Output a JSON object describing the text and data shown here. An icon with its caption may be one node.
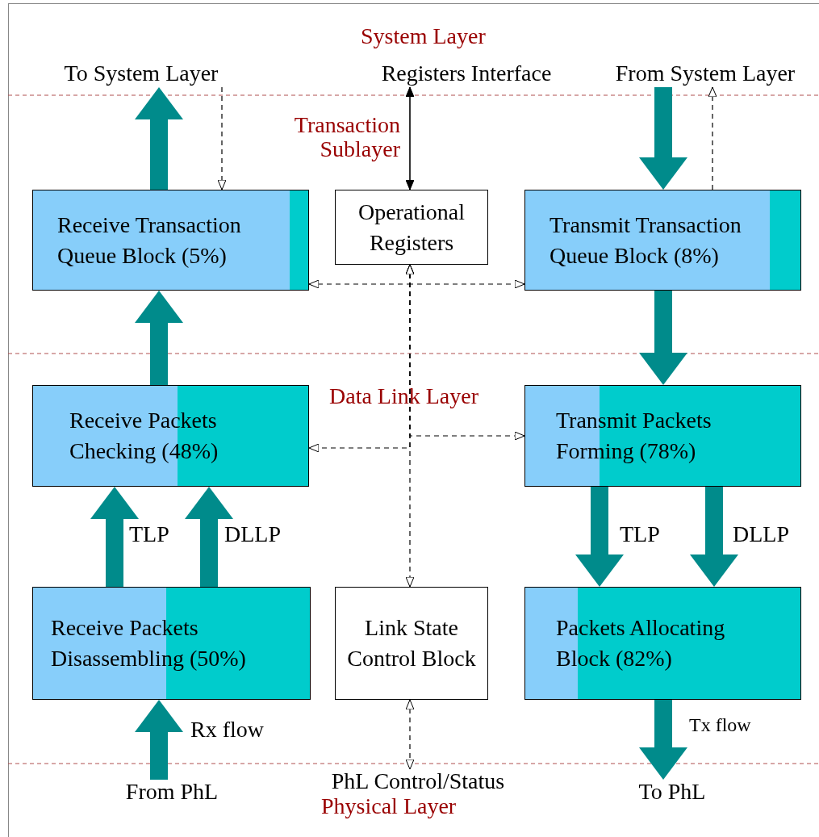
{
  "diagram": {
    "nodes": [
      {
        "text": [
          "To System Layer"
        ]
      },
      {
        "text": [
          "Registers Interface"
        ]
      },
      {
        "text": [
          "From System Layer"
        ]
      },
      {
        "text": [
          "Receive Transaction Queue Block (5%)"
        ]
      },
      {
        "text": [
          "Operational Registers"
        ]
      },
      {
        "text": [
          "Transmit Transaction Queue Block (8%)"
        ]
      },
      {
        "text": [
          "Receive Packets Checking (48%)"
        ]
      },
      {
        "text": [
          "Transmit Packets Forming (78%)"
        ]
      },
      {
        "text": [
          "Receive Packets Disassembling (50%)"
        ]
      },
      {
        "text": [
          "Link State Control Block"
        ]
      },
      {
        "text": [
          "Packets Allocating Block (82%)"
        ]
      },
      {
        "text": [
          "From PhL"
        ]
      },
      {
        "text": [
          "PhL Control/Status"
        ]
      },
      {
        "text": [
          "To PhL"
        ]
      }
    ],
    "edges": [
      {
        "from": 3,
        "to": 0,
        "arrow": "to"
      },
      {
        "from": 0,
        "to": 3,
        "arrow": "to",
        "style": "dashed",
        "color": "#000000"
      },
      {
        "from": 1,
        "to": 4,
        "arrow": "both",
        "color": "#000000"
      },
      {
        "from": 2,
        "to": 5,
        "arrow": "to"
      },
      {
        "from": 5,
        "to": 2,
        "arrow": "to",
        "style": "dashed",
        "color": "#000000"
      },
      {
        "from": 4,
        "to": 3,
        "arrow": "both",
        "style": "dashed",
        "color": "#000000"
      },
      {
        "from": 4,
        "to": 5,
        "arrow": "both",
        "style": "dashed",
        "color": "#000000"
      },
      {
        "from": 6,
        "to": 3,
        "arrow": "to"
      },
      {
        "from": 5,
        "to": 7,
        "arrow": "to"
      },
      {
        "from": 4,
        "to": 6,
        "arrow": "both",
        "style": "dashed",
        "color": "#000000"
      },
      {
        "from": 4,
        "to": 7,
        "arrow": "both",
        "style": "dashed",
        "color": "#000000"
      },
      {
        "from": 4,
        "to": 9,
        "arrow": "both",
        "style": "dashed",
        "color": "#000000"
      },
      {
        "from": 8,
        "to": 6,
        "arrow": "to",
        "label": "TLP"
      },
      {
        "from": 8,
        "to": 6,
        "arrow": "to",
        "label": "DLLP"
      },
      {
        "from": 7,
        "to": 10,
        "arrow": "to",
        "label": "TLP"
      },
      {
        "from": 7,
        "to": 10,
        "arrow": "to",
        "label": "DLLP"
      },
      {
        "from": 11,
        "to": 8,
        "arrow": "to",
        "label": "Rx flow"
      },
      {
        "from": 10,
        "to": 13,
        "arrow": "to",
        "label": "Tx flow"
      },
      {
        "from": 9,
        "to": 12,
        "arrow": "both",
        "style": "dashed",
        "color": "#000000"
      }
    ],
    "labels": [
      "System Layer",
      "Transaction Sublayer",
      "Data Link Layer",
      "Physical Layer"
    ]
  }
}
